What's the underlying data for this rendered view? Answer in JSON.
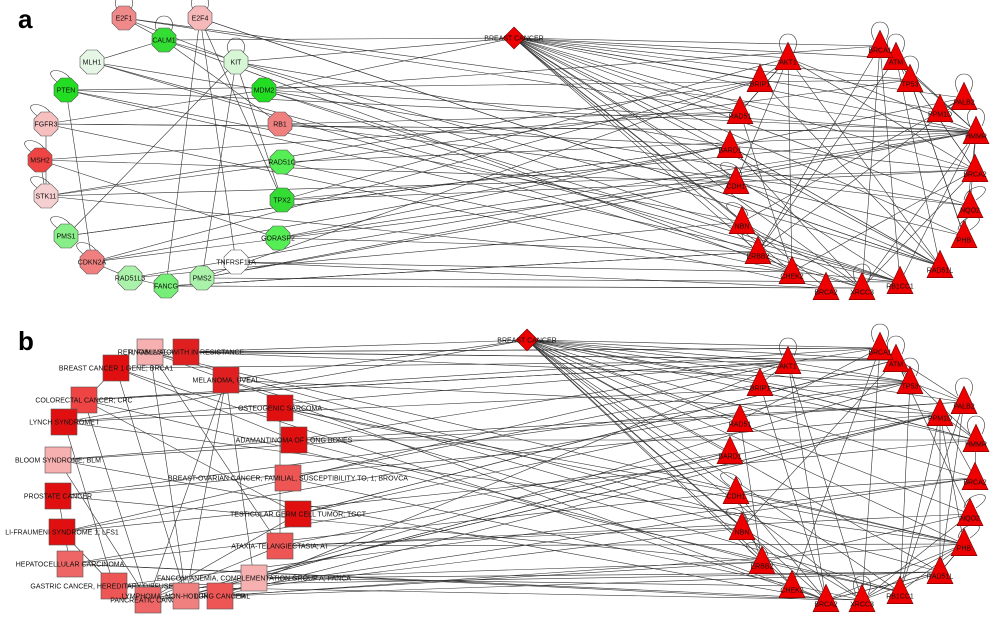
{
  "panels": [
    {
      "letter": "a",
      "hub": "BREAST CANCER",
      "left_nodes": [
        {
          "label": "E2F1",
          "shape": "octagon",
          "color": "#f08a8a"
        },
        {
          "label": "CALM1",
          "shape": "octagon",
          "color": "#33dd33"
        },
        {
          "label": "E2F4",
          "shape": "octagon",
          "color": "#f6b8b8"
        },
        {
          "label": "MLH1",
          "shape": "octagon",
          "color": "#e6f6e6"
        },
        {
          "label": "KIT",
          "shape": "octagon",
          "color": "#d6f6d6"
        },
        {
          "label": "PTEN",
          "shape": "octagon",
          "color": "#22dd22"
        },
        {
          "label": "MDM2",
          "shape": "octagon",
          "color": "#22dd22"
        },
        {
          "label": "FGFR3",
          "shape": "octagon",
          "color": "#f6c0c0"
        },
        {
          "label": "RB1",
          "shape": "octagon",
          "color": "#f08080"
        },
        {
          "label": "MSH2",
          "shape": "octagon",
          "color": "#ee4444"
        },
        {
          "label": "RAD51C",
          "shape": "octagon",
          "color": "#55ee55"
        },
        {
          "label": "STK11",
          "shape": "octagon",
          "color": "#f6d0d0"
        },
        {
          "label": "TPX2",
          "shape": "octagon",
          "color": "#33dd33"
        },
        {
          "label": "PMS1",
          "shape": "octagon",
          "color": "#88ee88"
        },
        {
          "label": "GORASP2",
          "shape": "octagon",
          "color": "#55ee55"
        },
        {
          "label": "CDKN2A",
          "shape": "octagon",
          "color": "#f08080"
        },
        {
          "label": "TNFRSF11A",
          "shape": "octagon",
          "color": "#ffffff"
        },
        {
          "label": "RAD51L3",
          "shape": "octagon",
          "color": "#aaf2aa"
        },
        {
          "label": "FANCG",
          "shape": "octagon",
          "color": "#77ee77"
        },
        {
          "label": "PMS2",
          "shape": "octagon",
          "color": "#aaf2aa"
        }
      ],
      "right_nodes": [
        "ATM",
        "TP53",
        "BRCA1",
        "PALB2",
        "AKT1",
        "BRIP1",
        "RAD51",
        "BARD1",
        "CDH1",
        "NBN",
        "ERBB2",
        "CHEK2",
        "BRCA2",
        "XRCC3",
        "RB1CC1",
        "RAD51L",
        "PHB",
        "NQO2",
        "BRCA2",
        "HMMR",
        "PPM1D"
      ]
    },
    {
      "letter": "b",
      "hub": "BREAST CANCER",
      "left_nodes": [
        {
          "label": "RETINOBLASTOMA",
          "color": "#f6b0b0"
        },
        {
          "label": "R, FAMILIAL, WITH IN RESISTANCE",
          "color": "#e02020"
        },
        {
          "label": "BREAST CANCER 1 GENE; BRCA1",
          "color": "#e01010"
        },
        {
          "label": "COLORECTAL CANCER; CRC",
          "color": "#ee4444"
        },
        {
          "label": "MELANOMA, UVEAL",
          "color": "#e02020"
        },
        {
          "label": "OSTEOGENIC SARCOMA",
          "color": "#e01010"
        },
        {
          "label": "LYNCH SYNDROME I",
          "color": "#e01010"
        },
        {
          "label": "ADAMANTINOMA OF LONG BONES",
          "color": "#e01010"
        },
        {
          "label": "BLOOM SYNDROME; BLM",
          "color": "#f6b0b0"
        },
        {
          "label": "BREAST-OVARIAN CANCER, FAMILIAL, SUSCEPTIBILITY TO, 1; BROVCA",
          "color": "#ee5555"
        },
        {
          "label": "PROSTATE CANCER",
          "color": "#e01010"
        },
        {
          "label": "TESTICULAR GERM CELL TUMOR; TGCT",
          "color": "#e01010"
        },
        {
          "label": "LI-FRAUMENI SYNDROME 1; LFS1",
          "color": "#e01010"
        },
        {
          "label": "ATAXIA-TELANGIECTASIA; AT",
          "color": "#ee5555"
        },
        {
          "label": "HEPATOCELLULAR CARCINOMA",
          "color": "#ee6666"
        },
        {
          "label": "FANCONI ANEMIA, COMPLEMENTATION GROUP A; FANCA",
          "color": "#f6b0b0"
        },
        {
          "label": "GASTRIC CANCER, HEREDITARY DIFFUSE; HDGC",
          "color": "#ee5555"
        },
        {
          "label": "PANCREATIC CANCER",
          "color": "#ee6666"
        },
        {
          "label": "LYMPHOMA, NON-HODGKIN, FAMILIAL",
          "color": "#f08080"
        },
        {
          "label": "LUNG CANCER",
          "color": "#ee5555"
        }
      ],
      "right_nodes": [
        "ATM",
        "TP53",
        "BRCA1",
        "PALB2",
        "AKT1",
        "BRIP1",
        "RAD51",
        "BARD1",
        "CDH1",
        "NBN",
        "ERBB2",
        "CHEK2",
        "BRCA2",
        "XRCC3",
        "RB1CC1",
        "RAD51L",
        "PHB",
        "NQO2",
        "BRCA2",
        "HMMR",
        "PPM1D"
      ]
    }
  ],
  "colors": {
    "triangle": "#ee0000",
    "hub": "#ee0000",
    "edge": "#333333"
  }
}
